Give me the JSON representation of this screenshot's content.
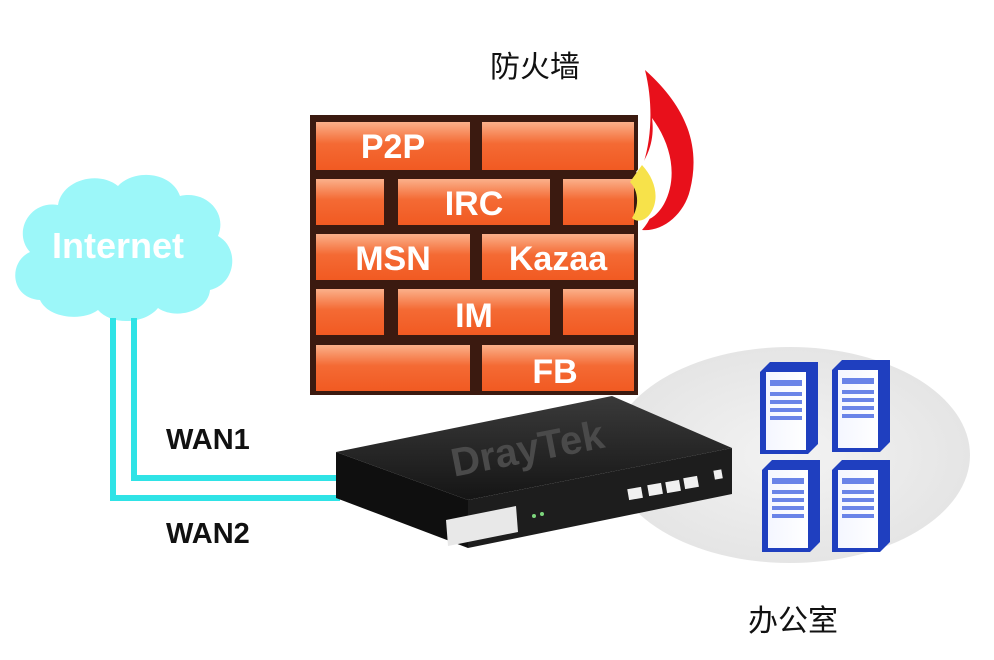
{
  "firewall": {
    "title": "防火墙",
    "bricks": [
      "P2P",
      "IRC",
      "MSN",
      "Kazaa",
      "IM",
      "FB"
    ]
  },
  "internet": {
    "label": "Internet"
  },
  "links": {
    "wan1": "WAN1",
    "wan2": "WAN2"
  },
  "router": {
    "brand": "DrayTek"
  },
  "office": {
    "label": "办公室"
  },
  "colors": {
    "brick": "#f2622d",
    "brick_light": "#fbb38e",
    "cloud": "#9cf7f9",
    "cable": "#2fe3e6",
    "server": "#1f3fbf",
    "flame": "#e8101b"
  }
}
